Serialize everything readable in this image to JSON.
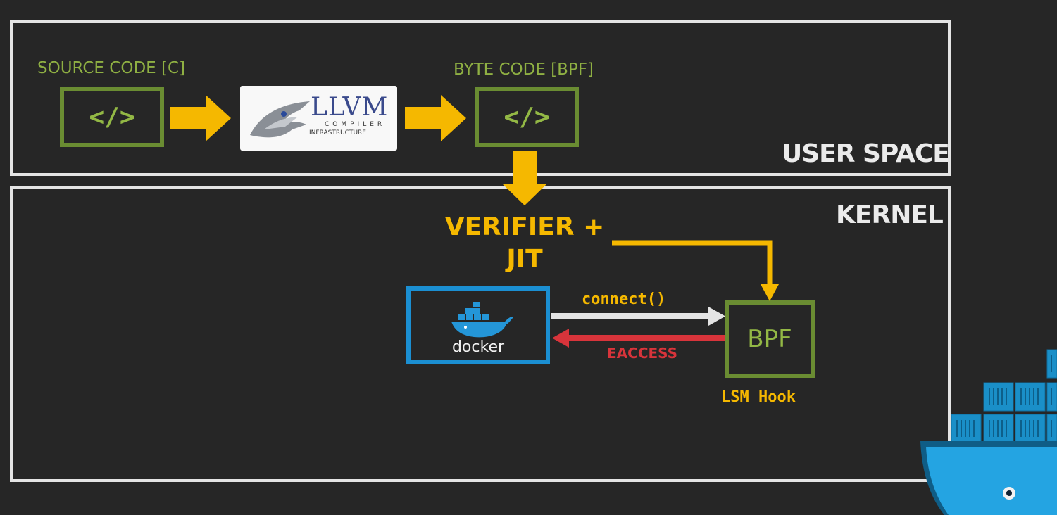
{
  "user_space": {
    "label": "USER SPACE"
  },
  "kernel": {
    "label": "KERNEL"
  },
  "source": {
    "label": "SOURCE CODE [C]",
    "glyph": "</>"
  },
  "bytecode": {
    "label": "BYTE CODE [BPF]",
    "glyph": "</>"
  },
  "llvm": {
    "title": "LLVM",
    "sub1": "COMPILER",
    "sub2": "INFRASTRUCTURE"
  },
  "verifier": {
    "line1": "VERIFIER +",
    "line2": "JIT"
  },
  "docker": {
    "text": "docker"
  },
  "bpf": {
    "label": "BPF",
    "hook_label": "LSM Hook"
  },
  "edges": {
    "connect": "connect()",
    "eaccess": "EACCESS"
  },
  "colors": {
    "green": "#6a8c32",
    "yellow": "#f5b800",
    "blue": "#1b8fd2",
    "red": "#d8343b",
    "white": "#e4e4e4"
  }
}
